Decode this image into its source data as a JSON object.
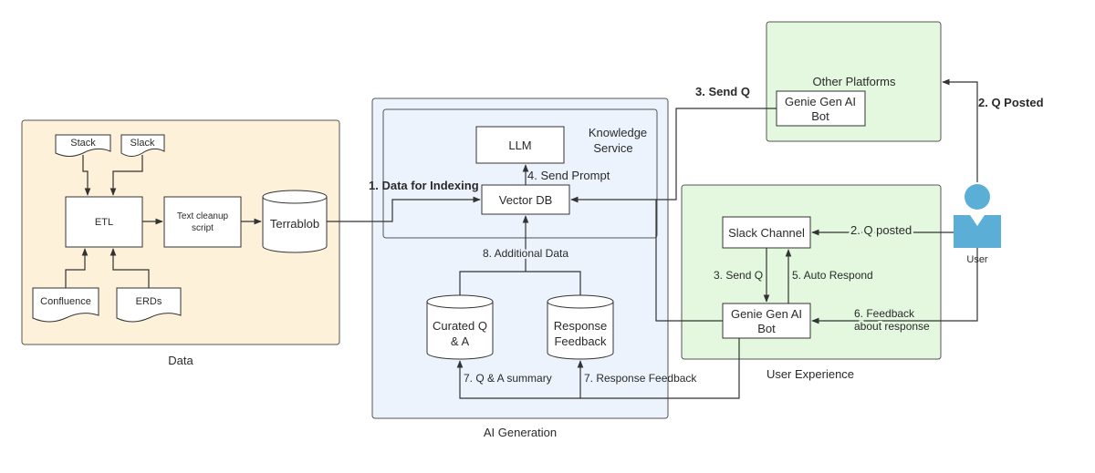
{
  "containers": {
    "data": "Data",
    "ai_generation": "AI Generation",
    "knowledge_service": [
      "Knowledge",
      "Service"
    ],
    "user_experience": "User Experience",
    "other_platforms": "Other Platforms"
  },
  "nodes": {
    "stack": "Stack",
    "slack": "Slack",
    "etl": "ETL",
    "text_cleanup": [
      "Text cleanup",
      "script"
    ],
    "confluence": "Confluence",
    "erds": "ERDs",
    "terrablob": "Terrablob",
    "llm": "LLM",
    "vector_db": "Vector DB",
    "curated_qa": [
      "Curated Q",
      "& A"
    ],
    "response_feedback": [
      "Response",
      "Feedback"
    ],
    "slack_channel": "Slack Channel",
    "genie_bot_ux": [
      "Genie Gen AI",
      "Bot"
    ],
    "genie_bot_other": [
      "Genie Gen AI",
      "Bot"
    ],
    "user": "User"
  },
  "edges": {
    "data_for_indexing": "1. Data for Indexing",
    "send_prompt": "4. Send Prompt",
    "additional_data": "8. Additional Data",
    "qa_summary": "7. Q & A summary",
    "response_feedback_edge": "7. Response Feedback",
    "send_q_top": "3. Send Q",
    "q_posted_top": "2. Q Posted",
    "q_posted": "2. Q posted",
    "send_q": "3. Send Q",
    "auto_respond": "5. Auto Respond",
    "feedback": [
      "6. Feedback",
      "about response"
    ]
  },
  "colors": {
    "data_fill": "#fdf1d9",
    "ai_fill": "#ecf3fd",
    "ux_fill": "#e3f8df",
    "user_icon": "#5bafd6"
  }
}
